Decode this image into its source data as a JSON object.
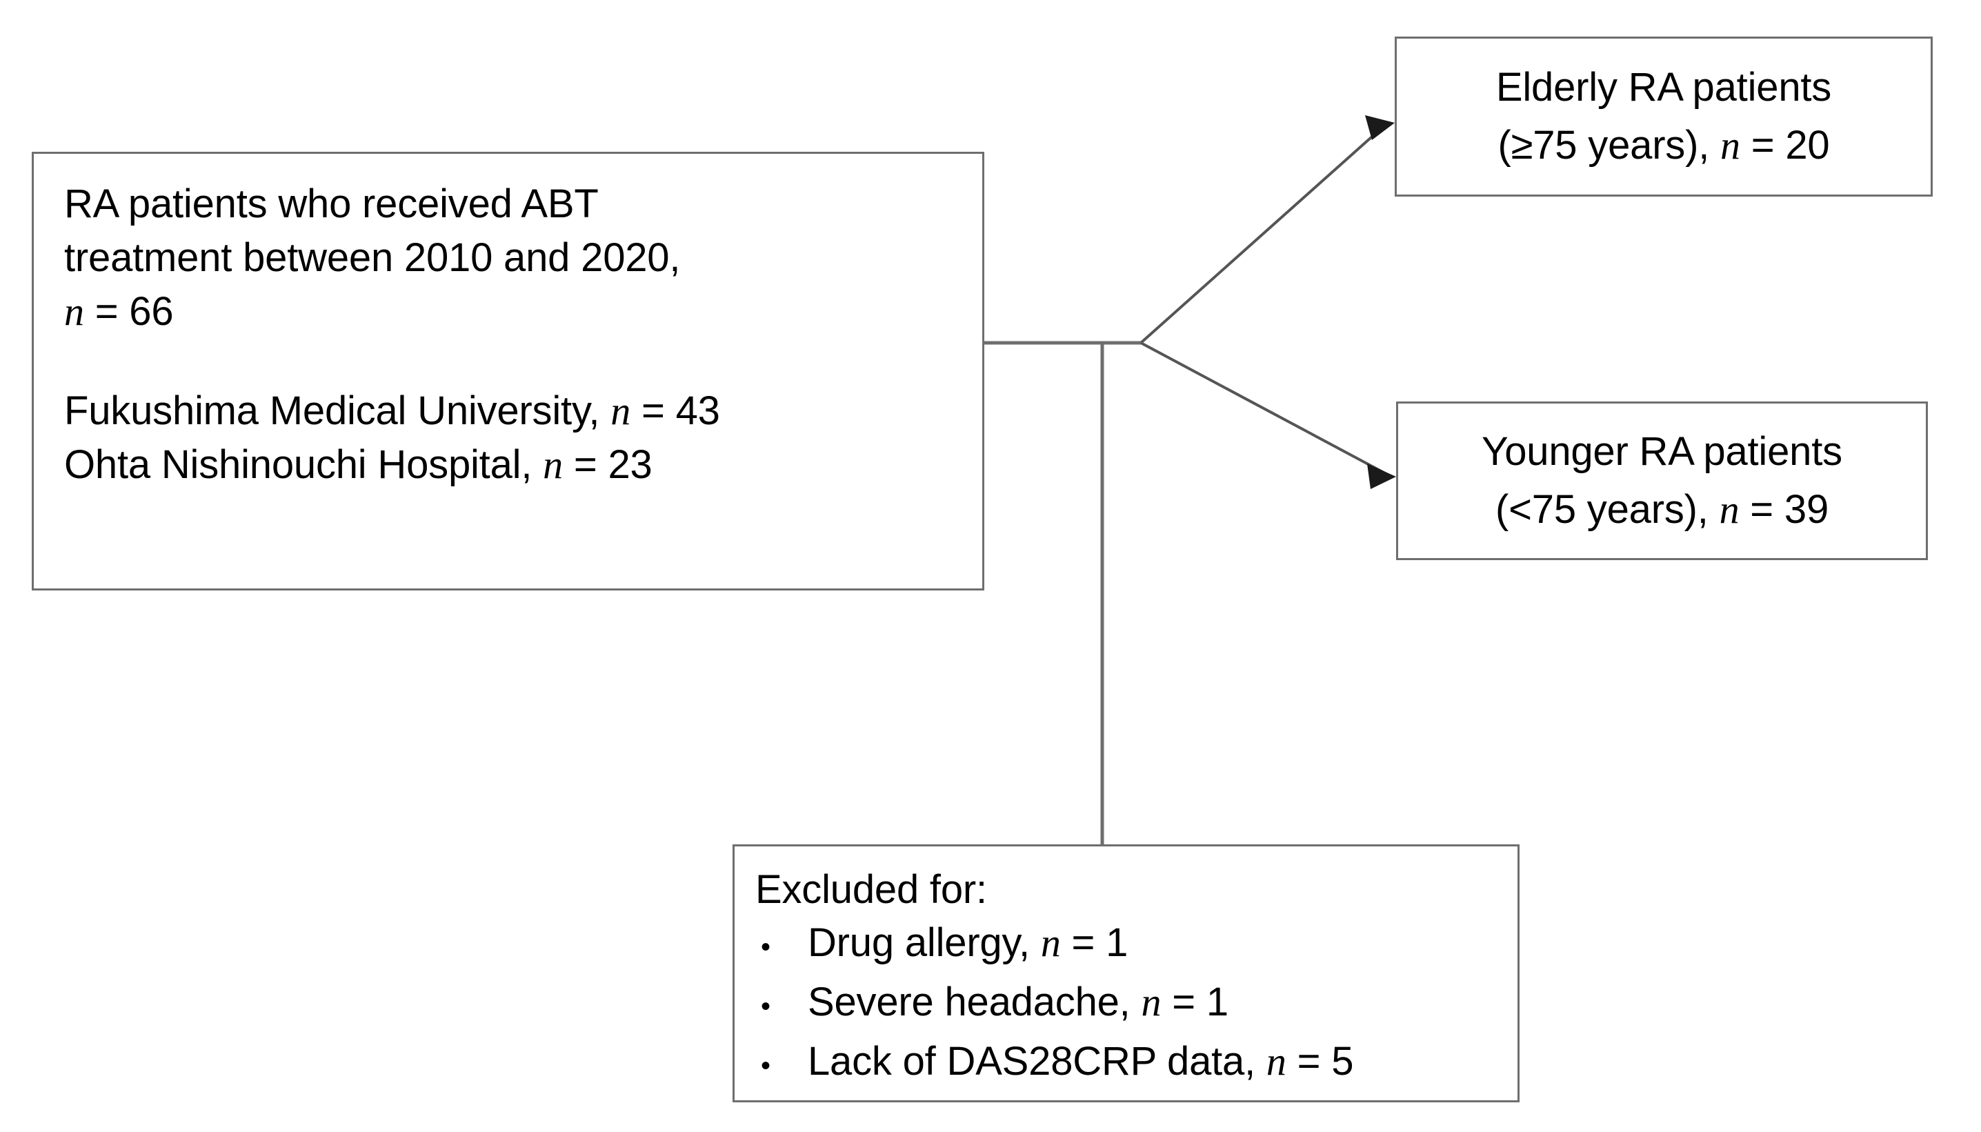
{
  "diagram": {
    "type": "flowchart",
    "title": "Patient selection flow diagram",
    "stroke_color": "#6e6e6e",
    "text_color": "#000000",
    "background_color": "#ffffff"
  },
  "cohort_box": {
    "line1": "RA patients who received ABT",
    "line2": "treatment between 2010 and 2020,",
    "line3_var": "n",
    "line3_rest": " = 66",
    "line4_a": "Fukushima Medical University, ",
    "line4_var": "n",
    "line4_rest": " = 43",
    "line5_a": "Ohta Nishinouchi Hospital, ",
    "line5_var": "n",
    "line5_rest": " = 23"
  },
  "elderly_box": {
    "line1": "Elderly RA patients",
    "line2_a": "(≥75 years), ",
    "line2_var": "n",
    "line2_rest": " = 20"
  },
  "younger_box": {
    "line1": "Younger RA patients",
    "line2_a": "(<75 years), ",
    "line2_var": "n",
    "line2_rest": " = 39"
  },
  "excluded_box": {
    "title": "Excluded for:",
    "bullet_glyph": "•",
    "items": [
      {
        "label_a": "Drug allergy, ",
        "var": "n",
        "label_rest": " = 1"
      },
      {
        "label_a": "Severe headache, ",
        "var": "n",
        "label_rest": " = 1"
      },
      {
        "label_a": "Lack of DAS28CRP data, ",
        "var": "n",
        "label_rest": " = 5"
      }
    ]
  },
  "chart_data": {
    "type": "table",
    "title": "Patient selection flow",
    "categories": [
      "RA patients who received ABT treatment between 2010 and 2020",
      "Fukushima Medical University",
      "Ohta Nishinouchi Hospital",
      "Elderly RA patients (≥75 years)",
      "Younger RA patients (<75 years)",
      "Excluded: Drug allergy",
      "Excluded: Severe headache",
      "Excluded: Lack of DAS28CRP data"
    ],
    "values": [
      66,
      43,
      23,
      20,
      39,
      1,
      1,
      5
    ]
  }
}
